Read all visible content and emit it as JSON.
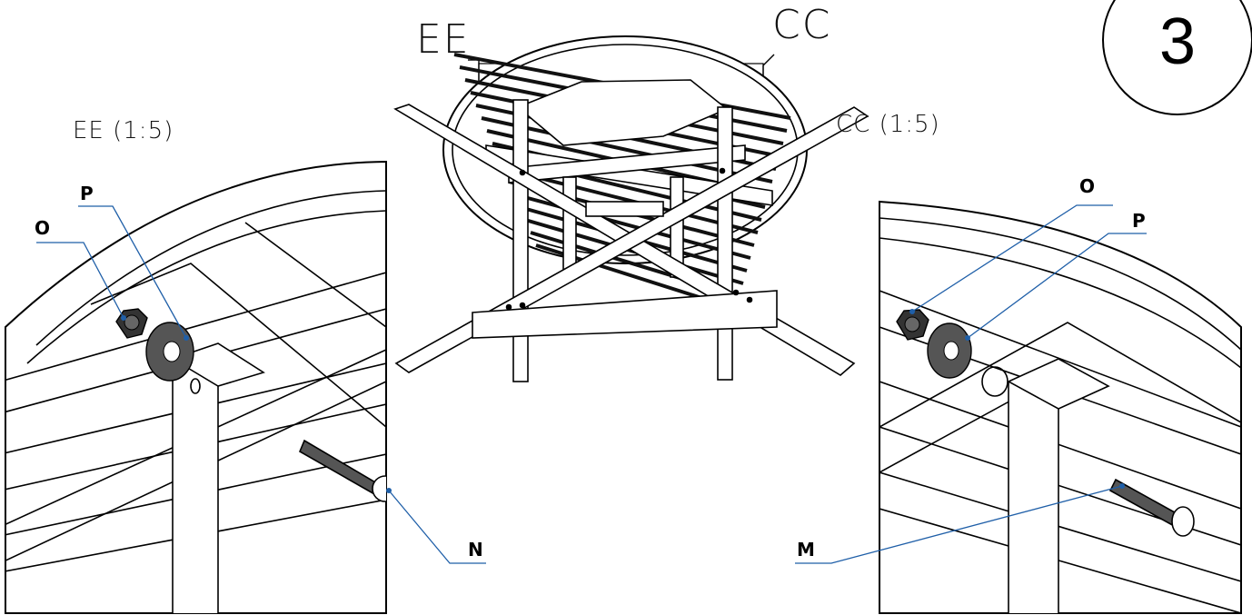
{
  "title_left": "EE",
  "title_right": "CC",
  "step_number": "3",
  "detail_left": {
    "caption": "EE (1:5)",
    "labels": {
      "nut": "O",
      "washer": "P",
      "bolt": "N"
    }
  },
  "detail_right": {
    "caption": "CC (1:5)",
    "labels": {
      "nut": "O",
      "washer": "P",
      "bolt": "M"
    }
  },
  "colors": {
    "line": "#000000",
    "leader": "#1f5fa8",
    "hardware": "#555555"
  }
}
